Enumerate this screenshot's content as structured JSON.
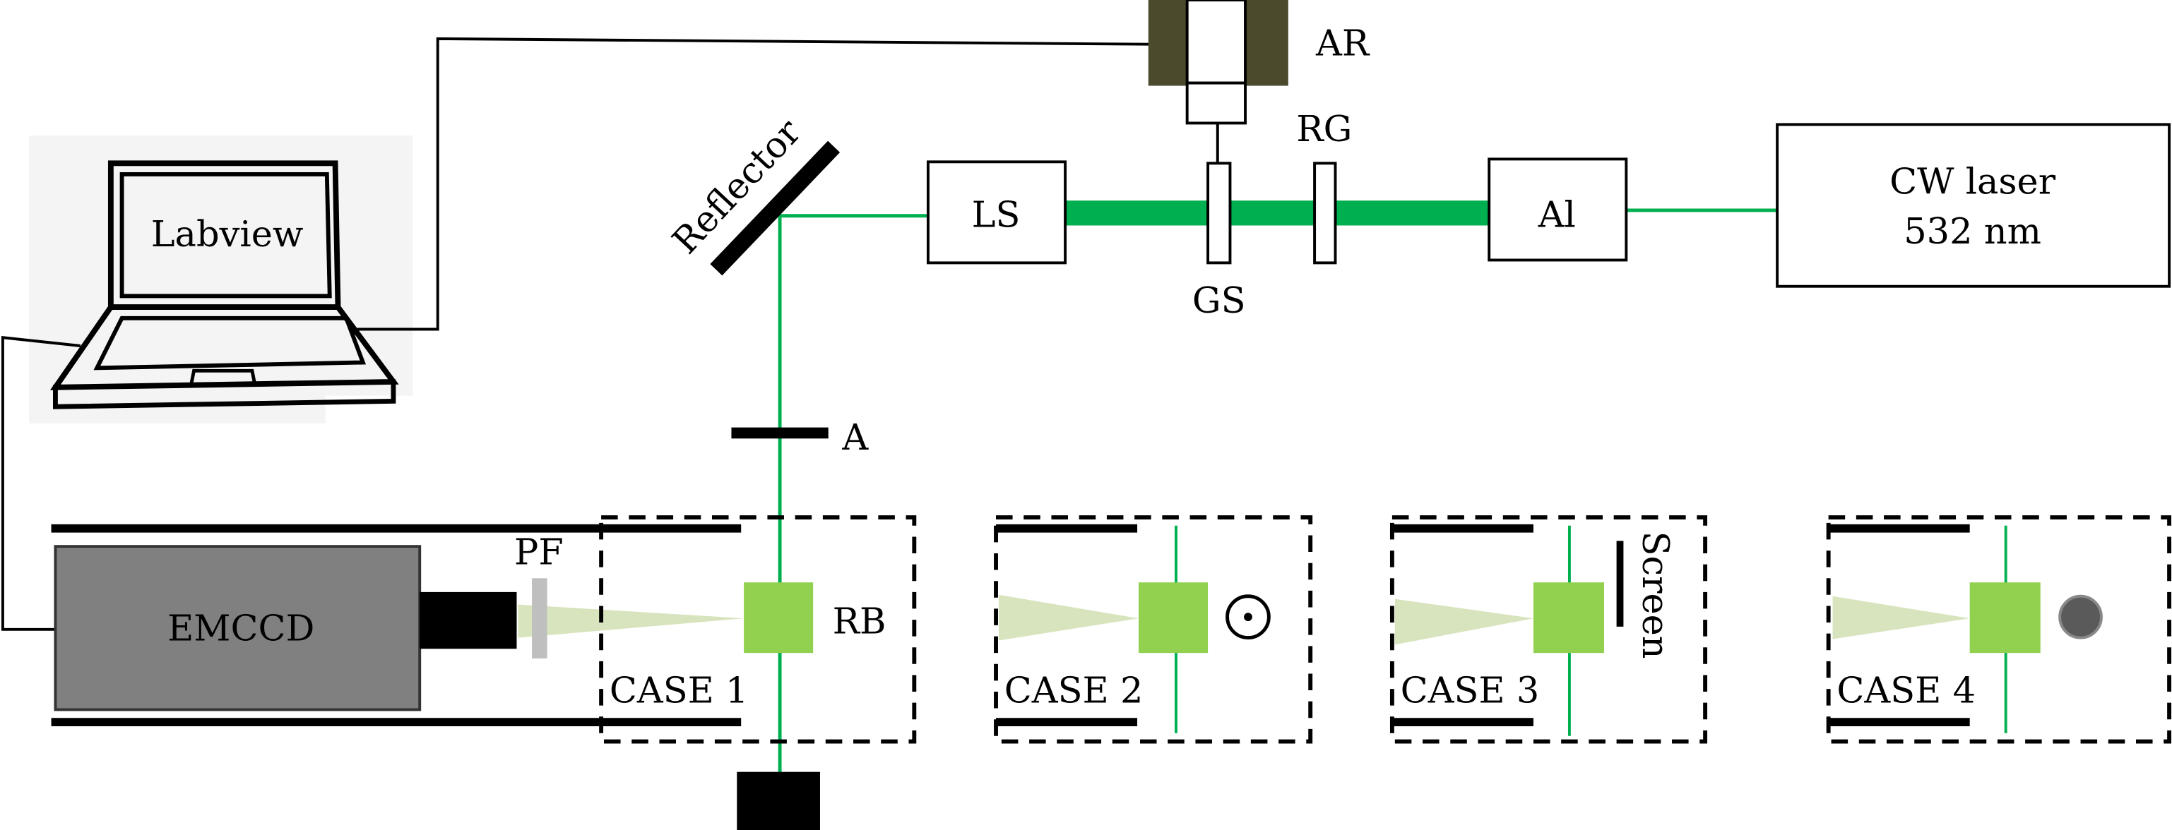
{
  "colors": {
    "beam": "#00b050",
    "sample": "#92d050",
    "scatter_cone": "#d7e4bd",
    "emccd_body": "#808080",
    "ar_mount": "#4b4a2d",
    "filter": "#bfbfbf",
    "ball": "#5a5a5a"
  },
  "labels": {
    "laptop": "Labview",
    "ar": "AR",
    "rg": "RG",
    "gs": "GS",
    "ls": "LS",
    "al": "Al",
    "laser_line1": "CW laser",
    "laser_line2": "532 nm",
    "reflector": "Reflector",
    "aperture": "A",
    "emccd": "EMCCD",
    "pf": "PF",
    "rb": "RB",
    "screen": "Screen"
  },
  "cases": [
    {
      "label": "CASE 1",
      "variant": "rb-label"
    },
    {
      "label": "CASE 2",
      "variant": "dot-circle"
    },
    {
      "label": "CASE 3",
      "variant": "screen"
    },
    {
      "label": "CASE 4",
      "variant": "ball"
    }
  ]
}
